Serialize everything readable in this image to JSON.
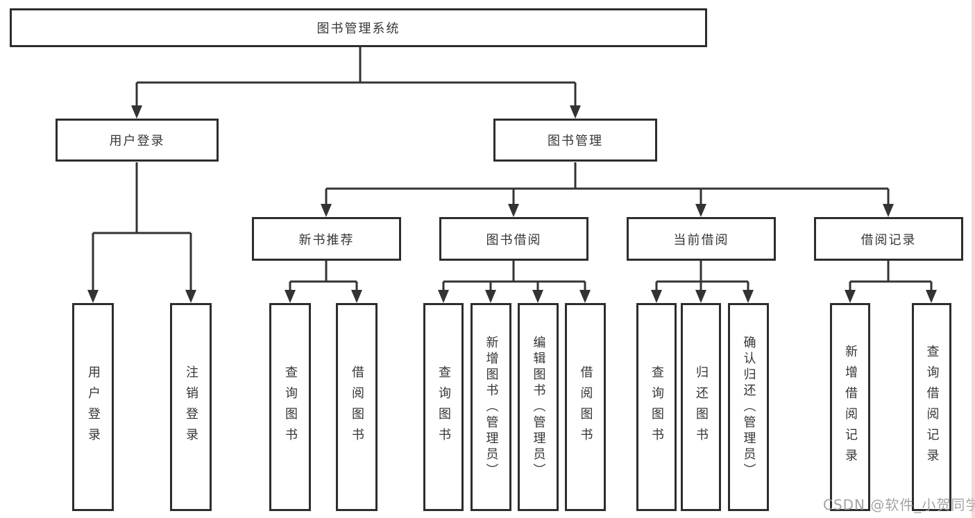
{
  "colors": {
    "line": "#333333",
    "box_border": "#2d2d2d",
    "text": "#363636",
    "background": "#ffffff",
    "watermark_gray": "#9b9b9b",
    "right_edge_pink": "#f2b2b8"
  },
  "watermark": "CSDN @软件_小贺同学",
  "tree": {
    "root": "图书管理系统",
    "children": [
      {
        "label": "用户登录",
        "children": [
          "用户登录",
          "注销登录"
        ]
      },
      {
        "label": "图书管理",
        "children": [
          {
            "label": "新书推荐",
            "children": [
              "查询图书",
              "借阅图书"
            ]
          },
          {
            "label": "图书借阅",
            "children": [
              "查询图书",
              "新增图书（管理员）",
              "编辑图书（管理员）",
              "借阅图书"
            ]
          },
          {
            "label": "当前借阅",
            "children": [
              "查询图书",
              "归还图书",
              "确认归还（管理员）"
            ]
          },
          {
            "label": "借阅记录",
            "children": [
              "新增借阅记录",
              "查询借阅记录"
            ]
          }
        ]
      }
    ]
  }
}
